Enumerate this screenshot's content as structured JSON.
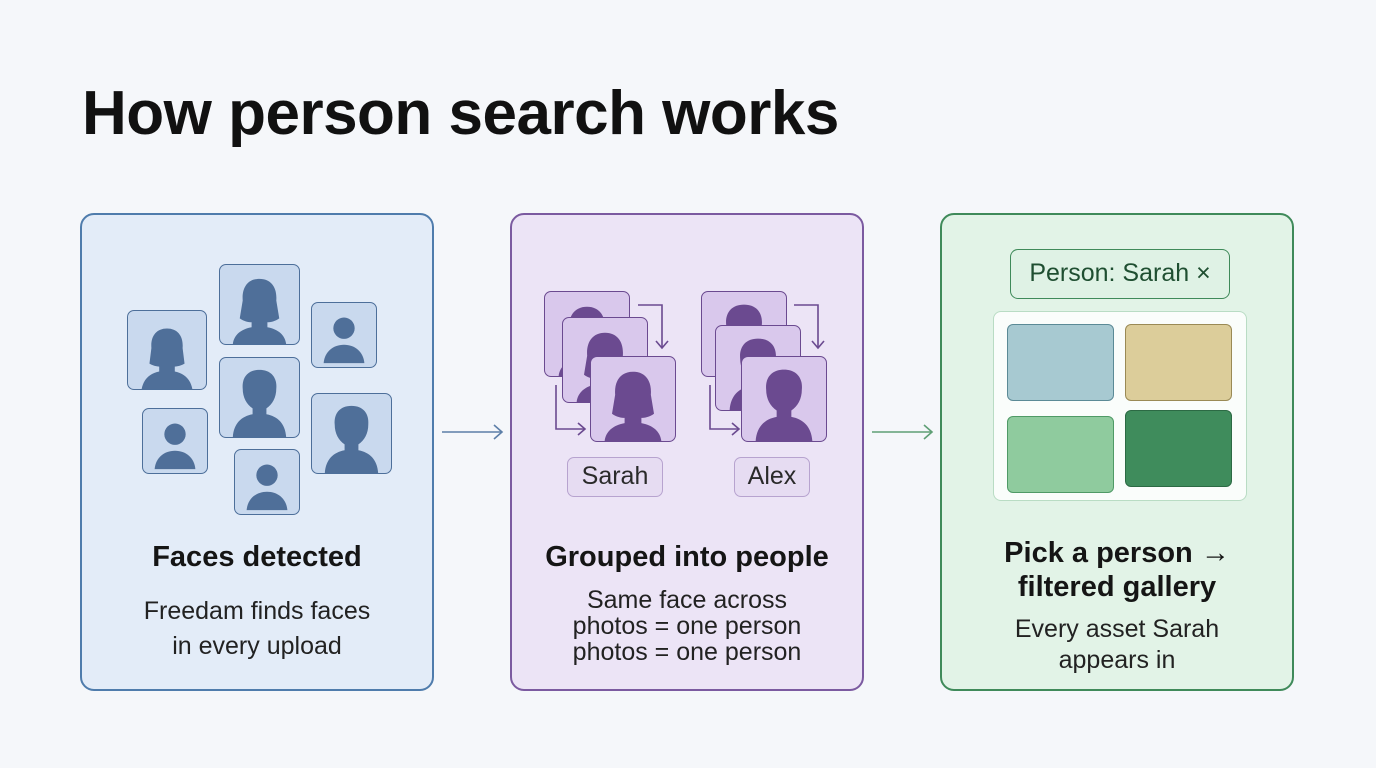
{
  "title": "How person search works",
  "steps": [
    {
      "heading": "Faces detected",
      "description_lines": [
        "Freedam finds faces",
        "in every upload"
      ]
    },
    {
      "heading": "Grouped into people",
      "description_lines": [
        "Same face across",
        "photos = one person",
        "photos = one person"
      ],
      "people": [
        "Sarah",
        "Alex"
      ]
    },
    {
      "heading_lines": [
        "Pick a person →",
        "filtered gallery"
      ],
      "description_lines": [
        "Every asset Sarah",
        "appears in"
      ],
      "filter_chip": "Person: Sarah ×",
      "gallery_colors": [
        "#a7c9d1",
        "#dccd9a",
        "#8fcb9e",
        "#3f8c5c"
      ]
    }
  ],
  "colors": {
    "step1_accent": "#4f7cac",
    "step2_accent": "#7b5aa0",
    "step3_accent": "#3f8a5a"
  }
}
